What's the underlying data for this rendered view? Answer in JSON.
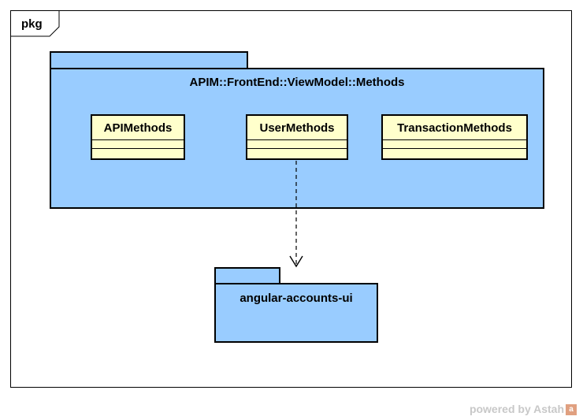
{
  "frame": {
    "label": "pkg"
  },
  "package_main": {
    "name": "APIM::FrontEnd::ViewModel::Methods",
    "classes": [
      {
        "name": "APIMethods"
      },
      {
        "name": "UserMethods"
      },
      {
        "name": "TransactionMethods"
      }
    ]
  },
  "package_dep": {
    "name": "angular-accounts-ui"
  },
  "dependency": {
    "from": "UserMethods",
    "to": "angular-accounts-ui",
    "style": "dashed",
    "arrow": "open"
  },
  "colors": {
    "package": "#99ccff",
    "class": "#ffffcc",
    "border": "#000000"
  },
  "footer": {
    "text": "powered by Astah",
    "logo": "a"
  }
}
